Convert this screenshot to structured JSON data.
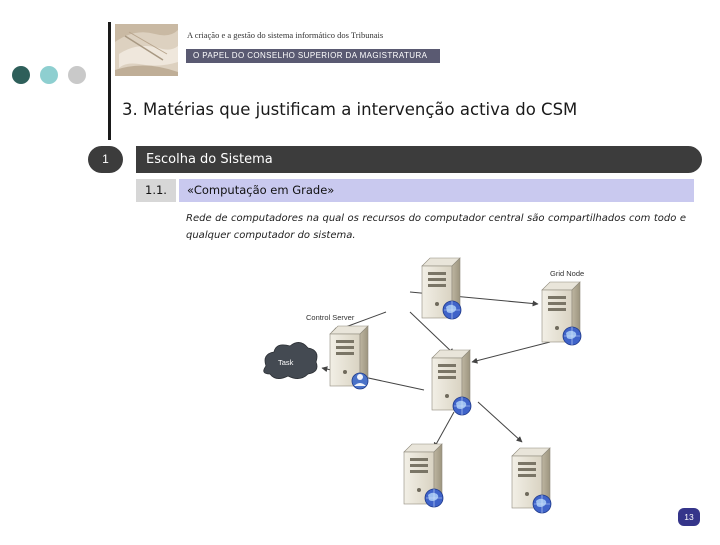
{
  "header": {
    "small_title": "A criação e a gestão do sistema informático dos Tribunais",
    "banner": "O PAPEL DO CONSELHO SUPERIOR DA MAGISTRATURA",
    "dot_colors": [
      "#2e5f5a",
      "#8ecfd0",
      "#c9c9c9"
    ]
  },
  "slide": {
    "heading": "3. Matérias que justificam a intervenção activa do CSM",
    "section_number": "1",
    "section_title": "Escolha do Sistema",
    "subsection_number": "1.1.",
    "subsection_title": "«Computação em Grade»",
    "description": "Rede de computadores na qual os recursos do computador central são compartilhados com todo e qualquer computador do sistema.",
    "page_number": "13"
  },
  "diagram": {
    "grid_node_label": "Grid Node",
    "control_server_label": "Control Server",
    "task_label": "Task"
  },
  "colors": {
    "banner": "#5a5a72",
    "section_bar": "#3c3c3c",
    "subsection_bg": "#c9c9ef",
    "page_badge": "#35358a"
  }
}
